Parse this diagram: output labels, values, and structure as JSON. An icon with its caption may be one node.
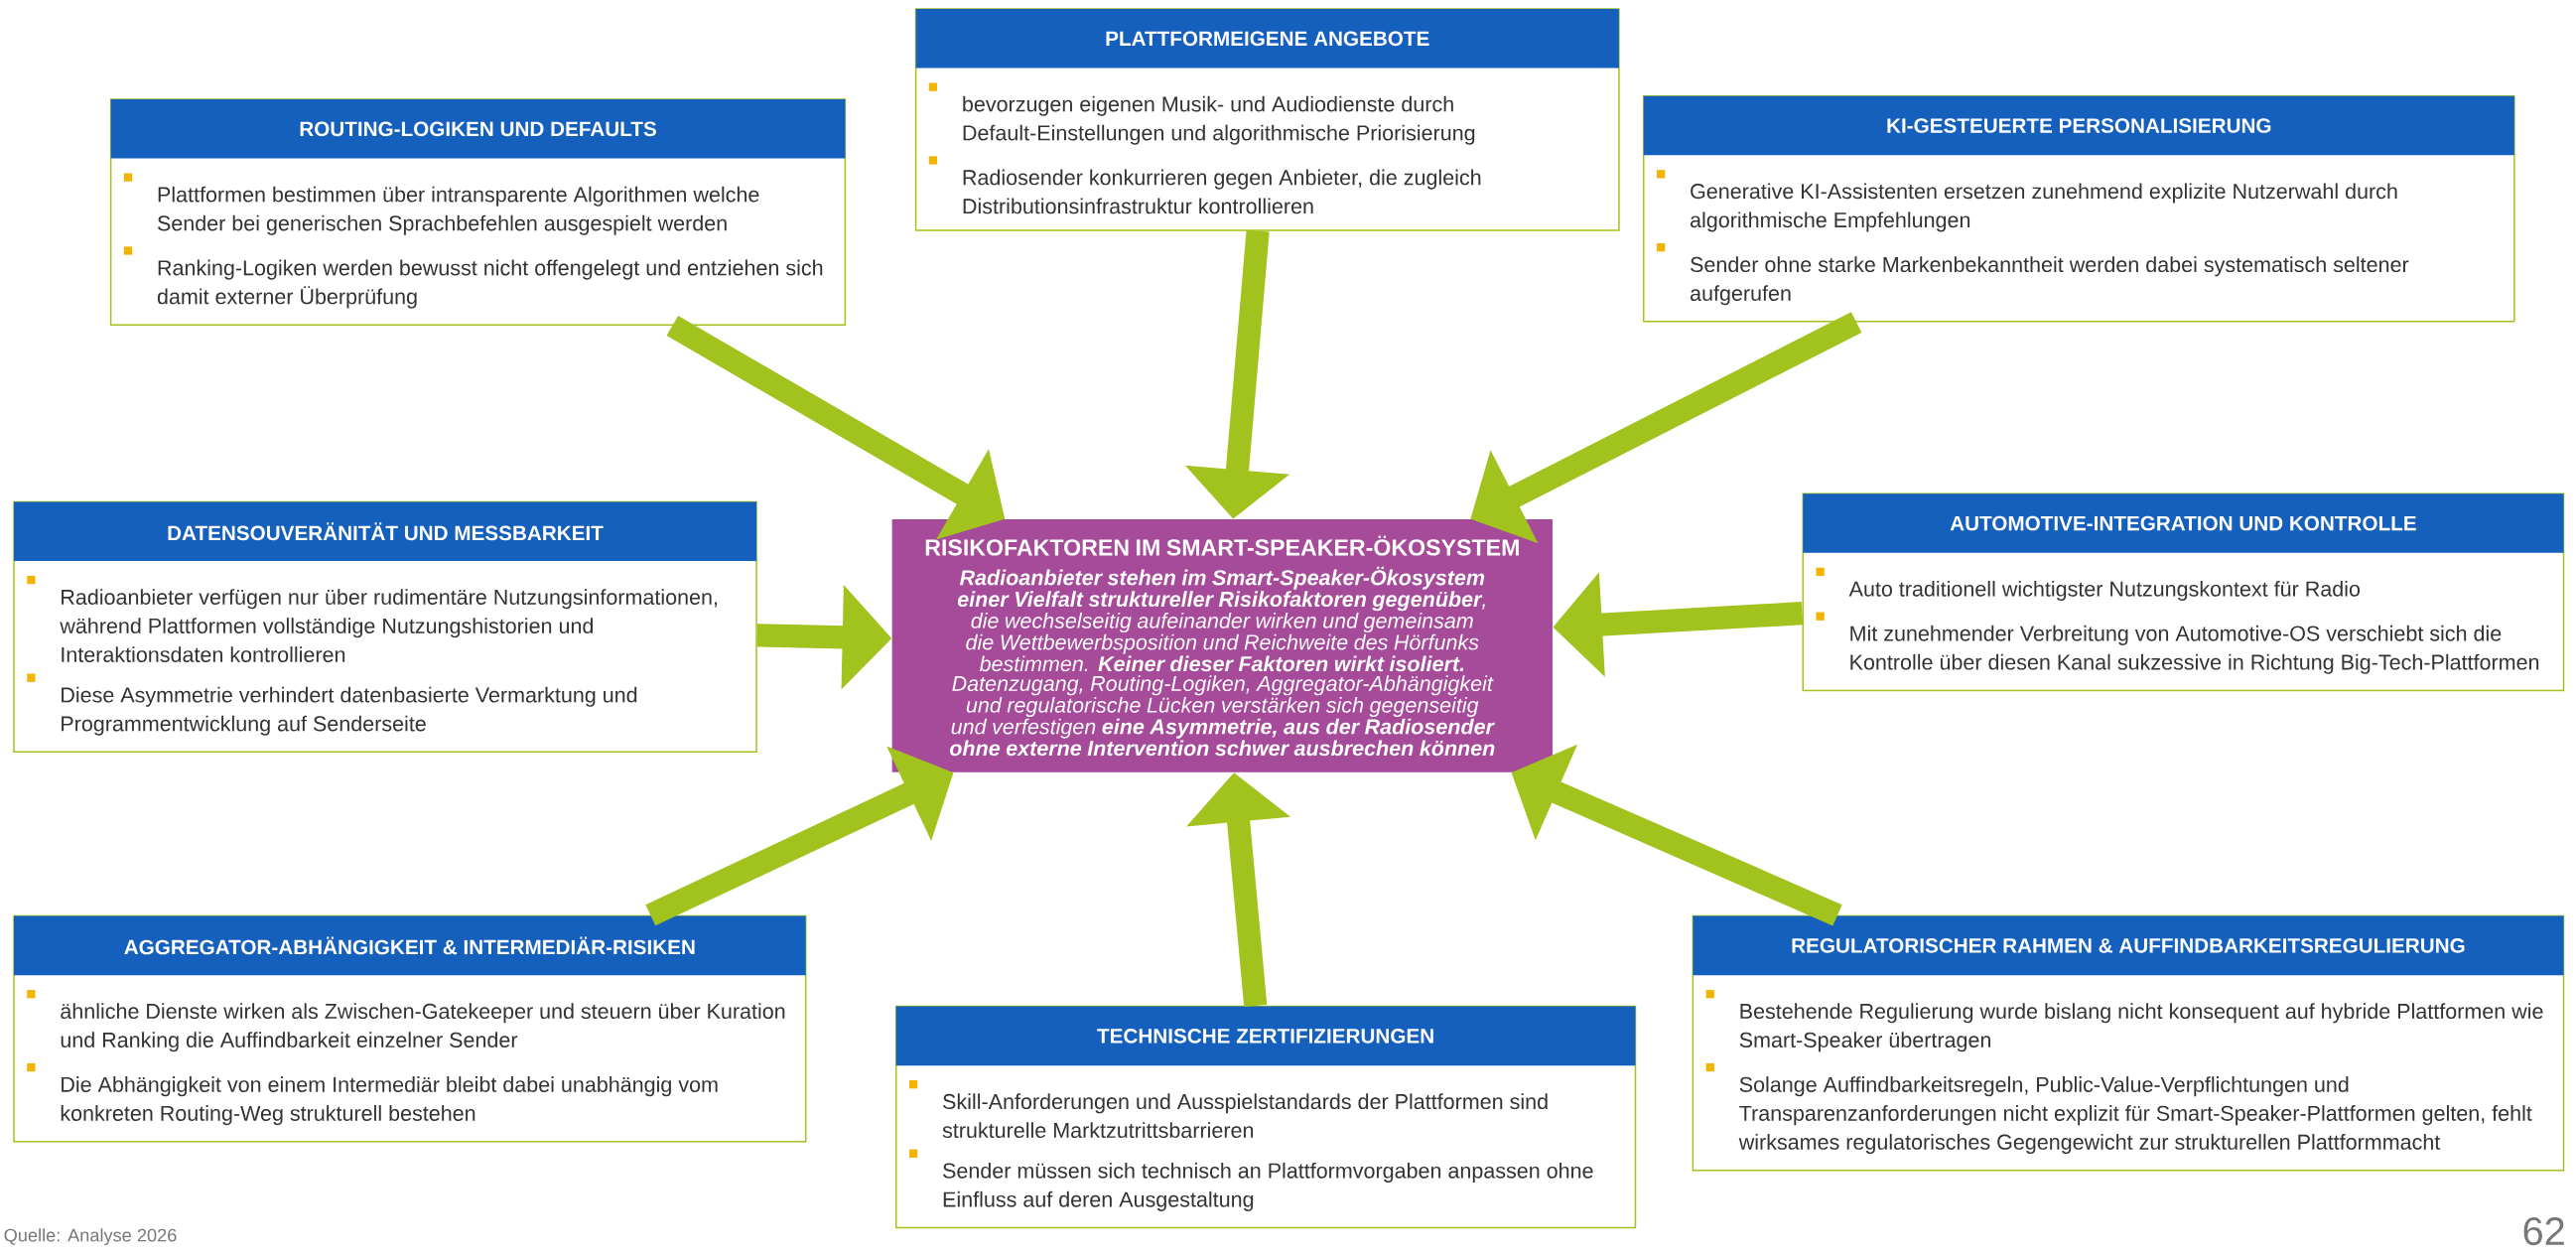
{
  "diagram": {
    "nodes": [
      {
        "text": [
          "PLATTFORMEIGENE ANGEBOTE",
          "bevorzugen eigenen Musik- und Audiodienste durch Default-Einstellungen und algorithmische Priorisierung",
          "Radiosender konkurrieren gegen Anbieter, die zugleich Distributionsinfrastruktur kontrollieren"
        ]
      },
      {
        "text": [
          "ROUTING-LOGIKEN UND DEFAULTS",
          "Plattformen bestimmen über intransparente Algorithmen welche Sender bei generischen Sprachbefehlen ausgespielt werden",
          "Ranking-Logiken werden bewusst nicht offengelegt und entziehen sich damit externer Überprüfung"
        ]
      },
      {
        "text": [
          "KI-GESTEUERTE PERSONALISIERUNG",
          "Generative KI-Assistenten ersetzen zunehmend explizite Nutzerwahl durch algorithmische Empfehlungen",
          "Sender ohne starke Markenbekanntheit werden dabei systematisch seltener aufgerufen"
        ]
      },
      {
        "text": [
          "RISIKOFAKTOREN IM SMART-SPEAKER-ÖKOSYSTEM",
          "**Radioanbieter stehen im Smart-Speaker-Ökosystem einer Vielfalt struktureller Risikofaktoren gegenüber**, die wechselseitig aufeinander wirken und gemeinsam die Wettbewerbsposition und Reichweite des Hörfunks bestimmen. **Keiner dieser Faktoren wirkt isoliert.** Datenzugang, Routing-Logiken, Aggregator-Abhängigkeit und regulatorische Lücken verstärken sich gegenseitig und verfestigen **eine Asymmetrie, aus der Radiosender ohne externe Intervention schwer ausbrechen können**"
        ]
      },
      {
        "text": [
          "DATENSOUVERÄNITÄT UND MESSBARKEIT",
          "Radioanbieter verfügen nur über rudimentäre Nutzungsinformationen, während Plattformen vollständige Nutzungshistorien und Interaktionsdaten kontrollieren",
          "Diese Asymmetrie verhindert datenbasierte Vermarktung und Programmentwicklung auf Senderseite"
        ]
      },
      {
        "text": [
          "AUTOMOTIVE-INTEGRATION UND KONTROLLE",
          "Auto traditionell wichtigster Nutzungskontext für Radio",
          "Mit zunehmender Verbreitung von Automotive-OS verschiebt sich die Kontrolle über diesen Kanal sukzessive in Richtung Big-Tech-Plattformen"
        ]
      },
      {
        "text": [
          "AGGREGATOR-ABHÄNGIGKEIT & INTERMEDIÄR-RISIKEN",
          "ähnliche Dienste wirken als Zwischen-Gatekeeper und steuern über Kuration und Ranking die Auffindbarkeit einzelner Sender",
          "Die Abhängigkeit von einem Intermediär bleibt dabei unabhängig vom konkreten Routing-Weg strukturell bestehen"
        ]
      },
      {
        "text": [
          "TECHNISCHE ZERTIFIZIERUNGEN",
          "Skill-Anforderungen und Ausspielstandards der Plattformen sind strukturelle Marktzutrittsbarrieren",
          "Sender müssen sich technisch an Plattformvorgaben anpassen ohne Einfluss auf deren Ausgestaltung"
        ]
      },
      {
        "text": [
          "REGULATORISCHER RAHMEN & AUFFINDBARKEITSREGULIERUNG",
          "Bestehende Regulierung wurde bislang nicht konsequent auf hybride Plattformen wie Smart-Speaker übertragen",
          "Solange Auffindbarkeitsregeln, Public-Value-Verpflichtungen und Transparenzanforderungen nicht explizit für Smart-Speaker-Plattformen gelten, fehlt wirksames regulatorisches Gegengewicht zur strukturellen Plattformmacht"
        ]
      }
    ],
    "edges": [
      {
        "from": 0,
        "to": 3,
        "arrow": "to"
      },
      {
        "from": 1,
        "to": 3,
        "arrow": "to"
      },
      {
        "from": 2,
        "to": 3,
        "arrow": "to"
      },
      {
        "from": 4,
        "to": 3,
        "arrow": "to"
      },
      {
        "from": 5,
        "to": 3,
        "arrow": "to"
      },
      {
        "from": 6,
        "to": 3,
        "arrow": "to"
      },
      {
        "from": 7,
        "to": 3,
        "arrow": "to"
      },
      {
        "from": 8,
        "to": 3,
        "arrow": "to"
      }
    ],
    "labels": [
      "Quelle: Analyse 2026",
      "62"
    ]
  }
}
